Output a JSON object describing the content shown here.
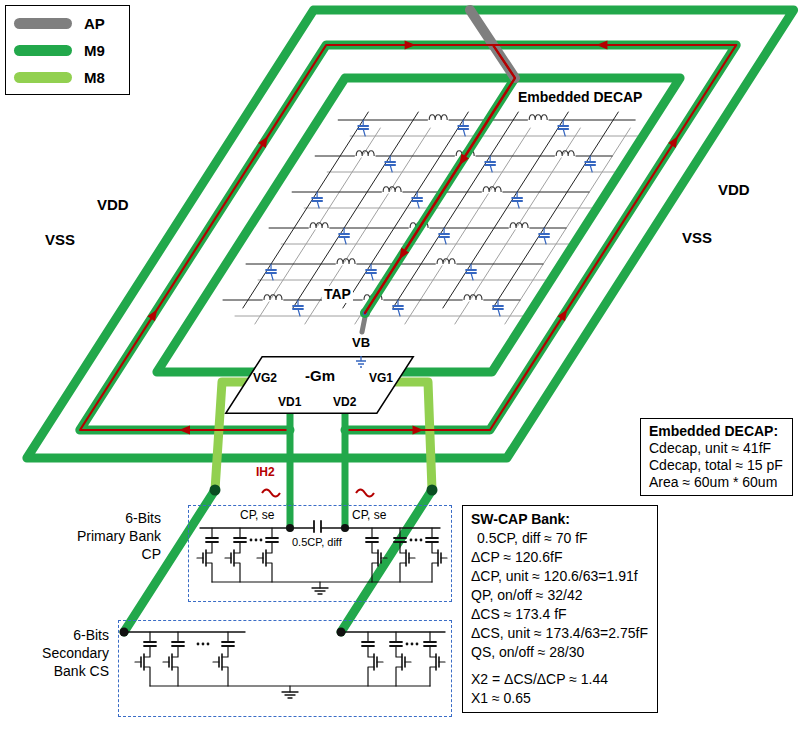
{
  "diagram": {
    "nodes": [
      {
        "text": [
          "-Gm"
        ]
      },
      {
        "text": [
          "Embedded DECAP:",
          "Cdecap, unit ≈ 41fF",
          "Cdecap, total ≈ 15 pF",
          "Area ≈ 60um * 60um"
        ]
      },
      {
        "text": [
          "6-Bits Primary Bank CP"
        ]
      },
      {
        "text": [
          "SW-CAP Bank:",
          "0.5CP, diff ≈ 70 fF",
          "ΔCP ≈ 120.6fF",
          "ΔCP, unit ≈ 120.6/63=1.91f",
          "QP, on/off ≈ 32/42",
          "ΔCS ≈ 173.4 fF",
          "ΔCS, unit ≈ 173.4/63=2.75fF",
          "QS, on/off ≈ 28/30",
          "X2 = ΔCS/ΔCP ≈ 1.44",
          "X1 ≈ 0.65"
        ]
      },
      {
        "text": [
          "6-Bits Secondary Bank CS"
        ]
      }
    ],
    "edges": [
      {
        "from": 0,
        "to": 2,
        "arrow": "none"
      },
      {
        "from": 0,
        "to": 2,
        "arrow": "none"
      }
    ],
    "labels": [
      "Embedded DECAP",
      "VDD",
      "VSS",
      "VDD",
      "VSS",
      "TAP",
      "VB",
      "VG2",
      "VG1",
      "VD1",
      "VD2",
      "IH2",
      "CP, se",
      "0.5CP, diff",
      "CP, se"
    ],
    "legend": [
      {
        "text": "AP",
        "color": "#7f7f7f"
      },
      {
        "text": "M9",
        "color": "#22a84b"
      },
      {
        "text": "M8",
        "color": "#92d050"
      }
    ]
  }
}
